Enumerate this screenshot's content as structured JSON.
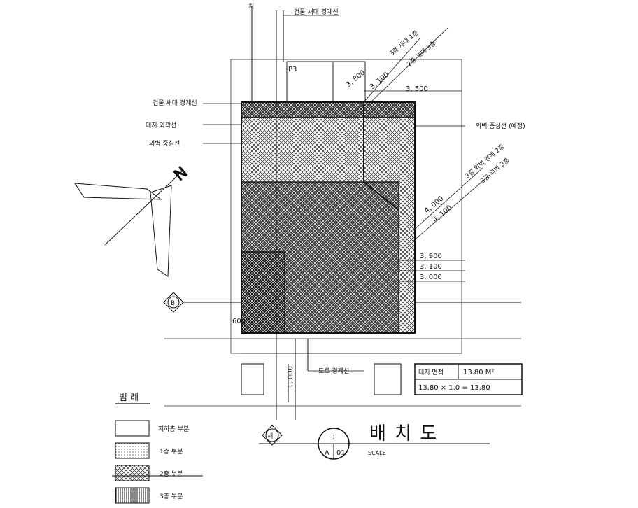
{
  "annotations": {
    "top_left_mark": "처",
    "top_label": "건물 새대 경계선",
    "top_right_1": "3층 새대 1층",
    "top_right_2": "2층 새대 3층",
    "left_1": "건물 새대 경계선",
    "left_2": "대지 외곽선",
    "left_3": "외벽 중심선",
    "right_1": "외벽 중심선 (예정)",
    "right_diag_1": "3층 외벽 경계 2층",
    "right_diag_2": "3층 외벽 3층",
    "bottom_center": "도로 경계선",
    "p_label": "P3",
    "north_mark": "N"
  },
  "dimensions": {
    "d_top_diag_1": "3, 800",
    "d_top_diag_2": "3, 100",
    "d_top_right": "3, 500",
    "d_right_diag_1": "4, 000",
    "d_right_diag_2": "4, 100",
    "d_right_1": "3, 900",
    "d_right_2": "3, 100",
    "d_right_3": "3, 000",
    "d_left_small": "600",
    "d_bottom_vert": "1, 000"
  },
  "area_table": {
    "label": "대지 면적",
    "value": "13.80 M²",
    "formula": "13.80 × 1.0 = 13.80"
  },
  "markers": {
    "left_marker": "B",
    "bottom_marker": "새"
  },
  "title_block": {
    "number": "1",
    "sheet_a": "A",
    "sheet_b": "01",
    "title": "배 치 도",
    "scale": "SCALE"
  },
  "legend": {
    "title": "범 례",
    "items": [
      {
        "label": "지하층 부분",
        "pattern": "blank"
      },
      {
        "label": "1층 부분",
        "pattern": "dots"
      },
      {
        "label": "2층 부분",
        "pattern": "hatch"
      },
      {
        "label": "3층 부분",
        "pattern": "vertical"
      }
    ]
  },
  "colors": {
    "ink": "#111111",
    "paper": "#ffffff"
  }
}
